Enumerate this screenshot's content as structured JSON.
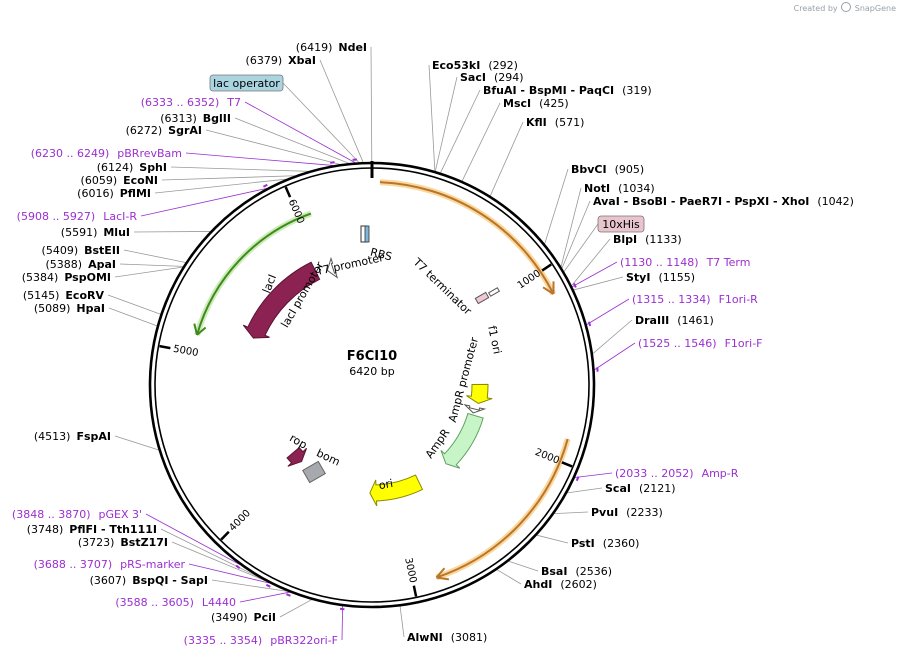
{
  "credit": {
    "prefix": "Created by",
    "brand": "SnapGene"
  },
  "plasmid": {
    "name": "F6CI10",
    "length_label": "6420 bp",
    "length": 6420
  },
  "ticks": [
    "1000",
    "2000",
    "3000",
    "4000",
    "5000",
    "6000"
  ],
  "sites": [
    {
      "name": "NdeI",
      "pos": "(6419)",
      "label_first": false
    },
    {
      "name": "XbaI",
      "pos": "(6379)",
      "label_first": false
    },
    {
      "name": "BglII",
      "pos": "(6313)",
      "label_first": false
    },
    {
      "name": "SgrAI",
      "pos": "(6272)",
      "label_first": false
    },
    {
      "name": "SphI",
      "pos": "(6124)",
      "label_first": false
    },
    {
      "name": "EcoNI",
      "pos": "(6059)",
      "label_first": false
    },
    {
      "name": "PflMI",
      "pos": "(6016)",
      "label_first": false
    },
    {
      "name": "MluI",
      "pos": "(5591)",
      "label_first": false
    },
    {
      "name": "BstEII",
      "pos": "(5409)",
      "label_first": false
    },
    {
      "name": "ApaI",
      "pos": "(5388)",
      "label_first": false
    },
    {
      "name": "PspOMI",
      "pos": "(5384)",
      "label_first": false
    },
    {
      "name": "EcoRV",
      "pos": "(5145)",
      "label_first": false
    },
    {
      "name": "HpaI",
      "pos": "(5089)",
      "label_first": false
    },
    {
      "name": "FspAI",
      "pos": "(4513)",
      "label_first": false
    },
    {
      "name": "PflFI - Tth111I",
      "pos": "(3748)",
      "label_first": false
    },
    {
      "name": "BstZ17I",
      "pos": "(3723)",
      "label_first": false
    },
    {
      "name": "BspQI - SapI",
      "pos": "(3607)",
      "label_first": false
    },
    {
      "name": "PciI",
      "pos": "(3490)",
      "label_first": false
    },
    {
      "name": "Eco53kI",
      "pos": "(292)",
      "label_first": true
    },
    {
      "name": "SacI",
      "pos": "(294)",
      "label_first": true
    },
    {
      "name": "BfuAI - BspMI - PaqCI",
      "pos": "(319)",
      "label_first": true
    },
    {
      "name": "MscI",
      "pos": "(425)",
      "label_first": true
    },
    {
      "name": "KflI",
      "pos": "(571)",
      "label_first": true
    },
    {
      "name": "BbvCI",
      "pos": "(905)",
      "label_first": true
    },
    {
      "name": "NotI",
      "pos": "(1034)",
      "label_first": true
    },
    {
      "name": "AvaI - BsoBI - PaeR7I - PspXI - XhoI",
      "pos": "(1042)",
      "label_first": true
    },
    {
      "name": "BlpI",
      "pos": "(1133)",
      "label_first": true
    },
    {
      "name": "StyI",
      "pos": "(1155)",
      "label_first": true
    },
    {
      "name": "DraIII",
      "pos": "(1461)",
      "label_first": true
    },
    {
      "name": "ScaI",
      "pos": "(2121)",
      "label_first": true
    },
    {
      "name": "PvuI",
      "pos": "(2233)",
      "label_first": true
    },
    {
      "name": "PstI",
      "pos": "(2360)",
      "label_first": true
    },
    {
      "name": "BsaI",
      "pos": "(2536)",
      "label_first": true
    },
    {
      "name": "AhdI",
      "pos": "(2602)",
      "label_first": true
    },
    {
      "name": "AlwNI",
      "pos": "(3081)",
      "label_first": true
    }
  ],
  "primers": [
    {
      "name": "T7",
      "range": "(6333 .. 6352)"
    },
    {
      "name": "pBRrevBam",
      "range": "(6230 .. 6249)"
    },
    {
      "name": "LacI-R",
      "range": "(5908 .. 5927)"
    },
    {
      "name": "pGEX 3'",
      "range": "(3848 .. 3870)"
    },
    {
      "name": "pRS-marker",
      "range": "(3688 .. 3707)"
    },
    {
      "name": "L4440",
      "range": "(3588 .. 3605)"
    },
    {
      "name": "pBR322ori-F",
      "range": "(3335 .. 3354)"
    },
    {
      "name": "T7 Term",
      "range": "(1130 .. 1148)"
    },
    {
      "name": "F1ori-R",
      "range": "(1315 .. 1334)"
    },
    {
      "name": "F1ori-F",
      "range": "(1525 .. 1546)"
    },
    {
      "name": "Amp-R",
      "range": "(2033 .. 2052)"
    }
  ],
  "boxes": {
    "lac_operator": "lac operator",
    "his_tag": "10xHis"
  },
  "features": {
    "laci": "lacI",
    "laci_promoter": "lacI promoter",
    "rbs": "RBS",
    "t7_promoter": "T7 promoter",
    "t7_terminator": "T7 terminator",
    "f1_ori": "f1 ori",
    "ampr_promoter": "AmpR promoter",
    "ampr": "AmpR",
    "ori": "ori",
    "rop": "rop",
    "bom": "bom"
  },
  "colors": {
    "primer": "#9b2fd0",
    "laci": "#8b2252",
    "laci_promoter": "#ffffff",
    "ampr": "#c8f5c8",
    "f1_ori": "#ffff00",
    "ori": "#ffff00",
    "rop": "#8b2252",
    "bom": "#a6a9ad",
    "orf_orange": "#f5a340",
    "orf_green": "#3d8b1a",
    "lac_operator_box": "#a9d4e0",
    "his_box": "#e8c4cc"
  }
}
